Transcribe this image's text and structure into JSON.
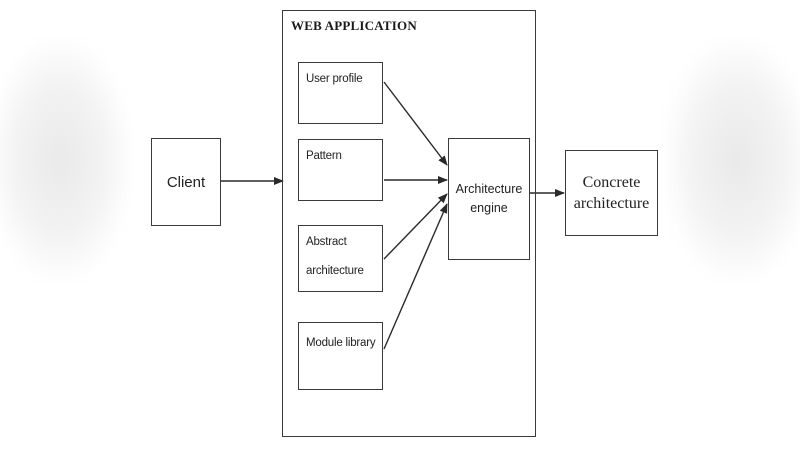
{
  "diagram": {
    "web_application": {
      "title": "WEB APPLICATION",
      "modules": [
        {
          "line1": "User profile",
          "line2": ""
        },
        {
          "line1": "Pattern",
          "line2": ""
        },
        {
          "line1": "Abstract",
          "line2": "architecture"
        },
        {
          "line1": "Module library",
          "line2": ""
        }
      ]
    },
    "client": {
      "label": "Client"
    },
    "engine": {
      "line1": "Architecture",
      "line2": "engine"
    },
    "output": {
      "line1": "Concrete",
      "line2": "architecture"
    },
    "colors": {
      "stroke": "#3a3a3a",
      "text": "#222222",
      "background": "#ffffff"
    }
  }
}
